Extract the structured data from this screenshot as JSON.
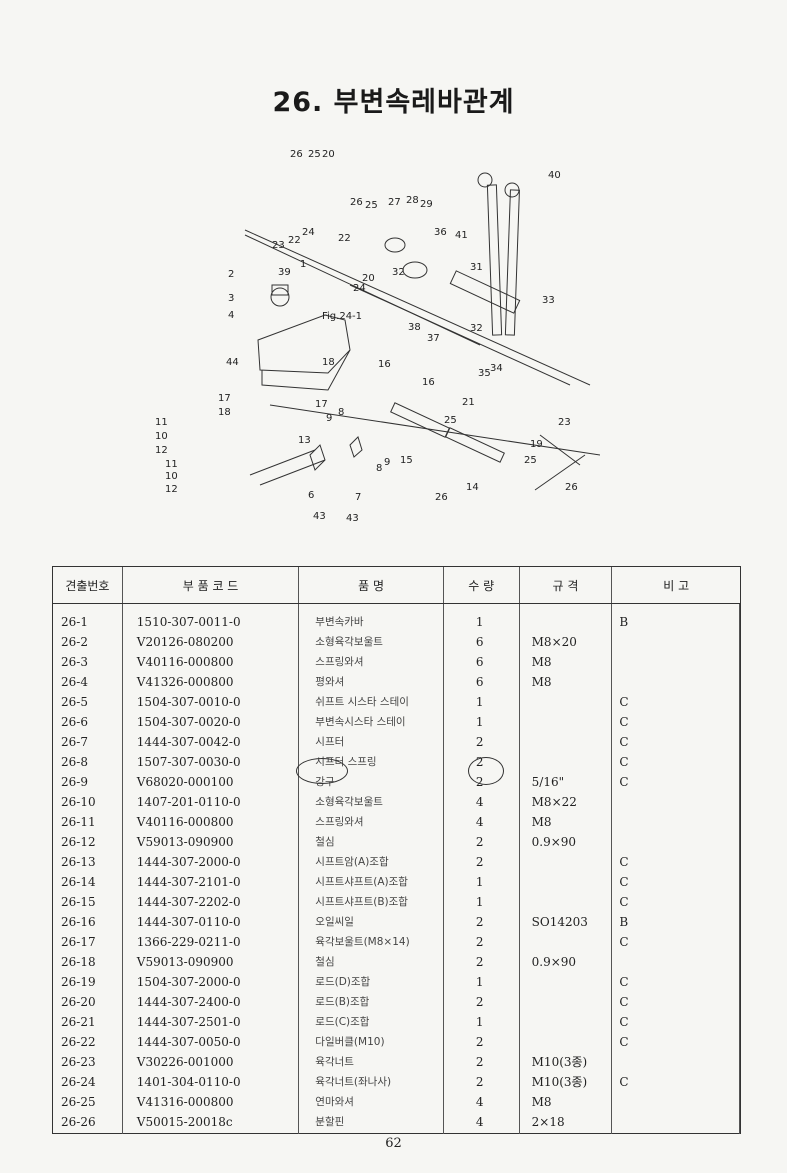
{
  "title": "26. 부변속레바관계",
  "diagram": {
    "labels": [
      "26",
      "25",
      "20",
      "40",
      "26",
      "25",
      "27",
      "28",
      "29",
      "36",
      "41",
      "23",
      "22",
      "24",
      "22",
      "20",
      "24",
      "32",
      "31",
      "2",
      "39",
      "1",
      "3",
      "4",
      "Fig.24-1",
      "38",
      "37",
      "32",
      "33",
      "44",
      "18",
      "16",
      "34",
      "35",
      "16",
      "17",
      "18",
      "17",
      "21",
      "25",
      "23",
      "11",
      "10",
      "12",
      "9",
      "8",
      "13",
      "7",
      "19",
      "25",
      "26",
      "8",
      "9",
      "15",
      "14",
      "26",
      "11",
      "10",
      "12",
      "6",
      "43",
      "43"
    ]
  },
  "table": {
    "headers": [
      "견출번호",
      "부  품  코  드",
      "품        명",
      "수  량",
      "규    격",
      "비      고"
    ],
    "rows": [
      [
        "26-1",
        "1510-307-0011-0",
        "부변속카바",
        "1",
        "",
        "B"
      ],
      [
        "26-2",
        "V20126-080200",
        "소형육각보울트",
        "6",
        "M8×20",
        ""
      ],
      [
        "26-3",
        "V40116-000800",
        "스프링와셔",
        "6",
        "M8",
        ""
      ],
      [
        "26-4",
        "V41326-000800",
        "평와셔",
        "6",
        "M8",
        ""
      ],
      [
        "26-5",
        "1504-307-0010-0",
        "쉬프트 시스타 스테이",
        "1",
        "",
        "C"
      ],
      [
        "26-6",
        "1504-307-0020-0",
        "부변속시스타 스테이",
        "1",
        "",
        "C"
      ],
      [
        "26-7",
        "1444-307-0042-0",
        "시프터",
        "2",
        "",
        "C"
      ],
      [
        "26-8",
        "1507-307-0030-0",
        "시프터 스프링",
        "2",
        "",
        "C"
      ],
      [
        "26-9",
        "V68020-000100",
        "강구",
        "2",
        "5/16\"",
        "C"
      ],
      [
        "26-10",
        "1407-201-0110-0",
        "소형육각보울트",
        "4",
        "M8×22",
        ""
      ],
      [
        "26-11",
        "V40116-000800",
        "스프링와셔",
        "4",
        "M8",
        ""
      ],
      [
        "26-12",
        "V59013-090900",
        "철심",
        "2",
        "0.9×90",
        ""
      ],
      [
        "26-13",
        "1444-307-2000-0",
        "시프트암(A)조합",
        "2",
        "",
        "C"
      ],
      [
        "26-14",
        "1444-307-2101-0",
        "시프트샤프트(A)조합",
        "1",
        "",
        "C"
      ],
      [
        "26-15",
        "1444-307-2202-0",
        "시프트샤프트(B)조합",
        "1",
        "",
        "C"
      ],
      [
        "26-16",
        "1444-307-0110-0",
        "오일씨일",
        "2",
        "SO14203",
        "B"
      ],
      [
        "26-17",
        "1366-229-0211-0",
        "육각보울트(M8×14)",
        "2",
        "",
        "C"
      ],
      [
        "26-18",
        "V59013-090900",
        "철심",
        "2",
        "0.9×90",
        ""
      ],
      [
        "26-19",
        "1504-307-2000-0",
        "로드(D)조합",
        "1",
        "",
        "C"
      ],
      [
        "26-20",
        "1444-307-2400-0",
        "로드(B)조합",
        "2",
        "",
        "C"
      ],
      [
        "26-21",
        "1444-307-2501-0",
        "로드(C)조합",
        "1",
        "",
        "C"
      ],
      [
        "26-22",
        "1444-307-0050-0",
        "다일버클(M10)",
        "2",
        "",
        "C"
      ],
      [
        "26-23",
        "V30226-001000",
        "육각너트",
        "2",
        "M10(3종)",
        ""
      ],
      [
        "26-24",
        "1401-304-0110-0",
        "육각너트(좌나사)",
        "2",
        "M10(3종)",
        "C"
      ],
      [
        "26-25",
        "V41316-000800",
        "연마와셔",
        "4",
        "M8",
        ""
      ],
      [
        "26-26",
        "V50015-20018c",
        "분할핀",
        "4",
        "2×18",
        ""
      ]
    ]
  },
  "page_number": "62"
}
